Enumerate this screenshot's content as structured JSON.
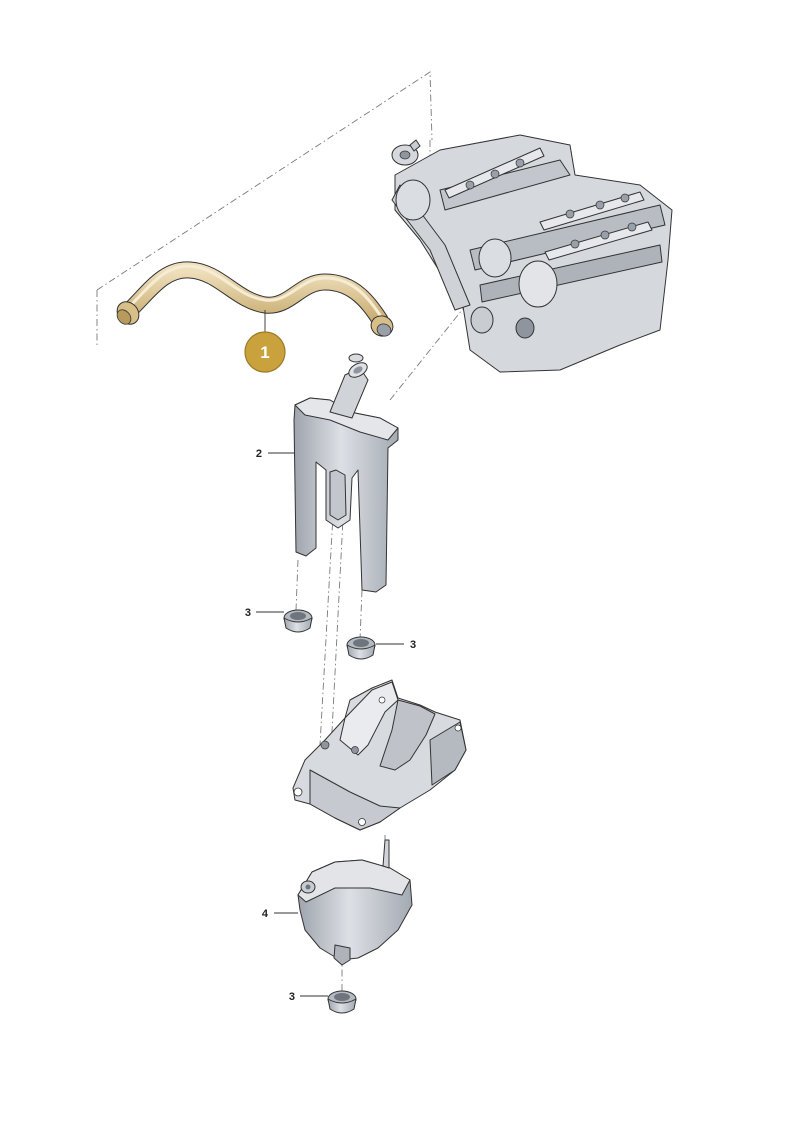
{
  "callouts": {
    "hose": "1",
    "oil_separator": "2",
    "seal_upper_left": "3",
    "seal_upper_right": "3",
    "cover": "4",
    "seal_bottom": "3"
  },
  "colors": {
    "highlight": "#c9a23e",
    "hose_fill": "#e3cfa2",
    "part_grey": "#c8ccd3",
    "part_dark": "#9aa0a9",
    "line": "#333333"
  }
}
